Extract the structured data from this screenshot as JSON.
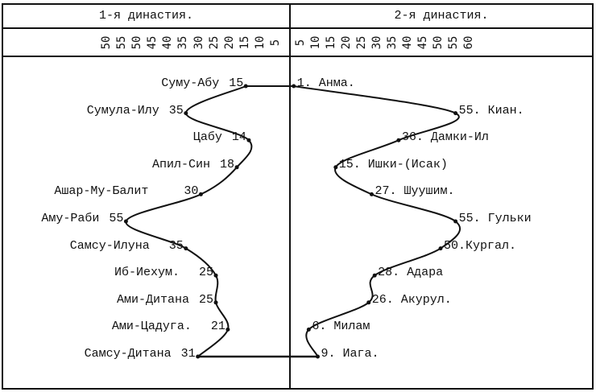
{
  "headers": {
    "left": "1-я династия.",
    "right": "2-я династия."
  },
  "chart_data": {
    "type": "line",
    "title": "Reign lengths (years) of the 1st and 2nd dynasties",
    "left_axis": {
      "ticks": [
        "50",
        "55",
        "50",
        "45",
        "40",
        "35",
        "30",
        "25",
        "20",
        "15",
        "10",
        "5"
      ],
      "direction": "increasing-left"
    },
    "right_axis": {
      "ticks": [
        "5",
        "10",
        "15",
        "20",
        "25",
        "30",
        "35",
        "40",
        "45",
        "50",
        "55",
        "60"
      ],
      "direction": "increasing-right"
    },
    "series": [
      {
        "name": "1-я династия",
        "points": [
          {
            "name": "Суму-Абу",
            "value": 15
          },
          {
            "name": "Сумула-Илу",
            "value": 35
          },
          {
            "name": "Цабу",
            "value": 14
          },
          {
            "name": "Апил-Син",
            "value": 18
          },
          {
            "name": "Ашар-Му-Балит",
            "value": 30
          },
          {
            "name": "Аму-Раби",
            "value": 55
          },
          {
            "name": "Самсу-Илуна",
            "value": 35
          },
          {
            "name": "Иб-Иехум.",
            "value": 25
          },
          {
            "name": "Ами-Дитана",
            "value": 25
          },
          {
            "name": "Ами-Цадуга.",
            "value": 21
          },
          {
            "name": "Самсу-Дитана",
            "value": 31
          }
        ]
      },
      {
        "name": "2-я династия",
        "points": [
          {
            "label": "1. Анма.",
            "value": 1
          },
          {
            "label": "55. Киан.",
            "value": 55
          },
          {
            "label": "36. Дамки-Ил",
            "value": 36
          },
          {
            "label": "15. Ишки-(Исак)",
            "value": 15
          },
          {
            "label": "27. Шуушим.",
            "value": 27
          },
          {
            "label": "55. Гульки",
            "value": 55
          },
          {
            "label": "50.Кургал.",
            "value": 50
          },
          {
            "label": "28. Адара",
            "value": 28
          },
          {
            "label": "26. Акурул.",
            "value": 26
          },
          {
            "label": "6. Милам",
            "value": 6
          },
          {
            "label": "9. Иага.",
            "value": 9
          }
        ]
      }
    ]
  }
}
